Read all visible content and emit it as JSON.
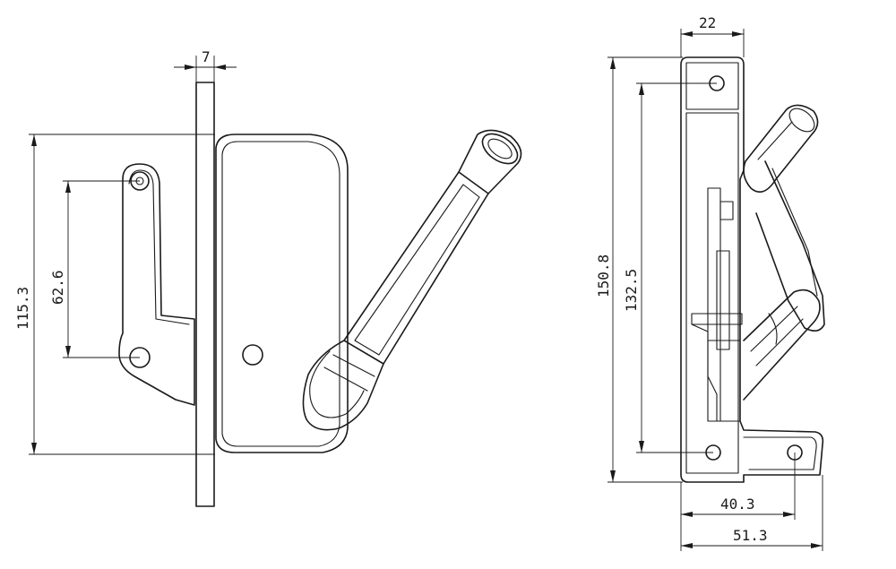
{
  "dimensions": {
    "left_thickness": "7",
    "left_height": "115.3",
    "left_hole_spacing": "62.6",
    "right_width": "22",
    "right_height": "150.8",
    "right_hole_spacing": "132.5",
    "right_base_inner": "40.3",
    "right_base_outer": "51.3"
  }
}
